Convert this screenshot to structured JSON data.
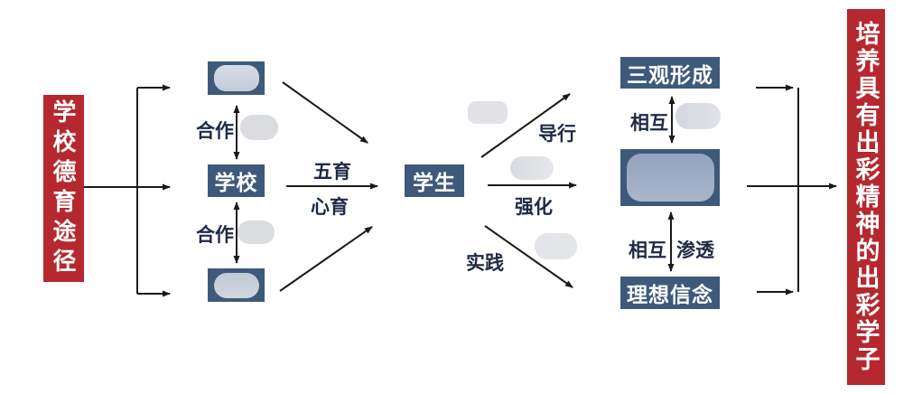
{
  "banners": {
    "left": "学校德育途径",
    "right": "培养具有出彩精神的出彩学子"
  },
  "nodes": {
    "school": "学校",
    "student": "学生",
    "worldview_formation": "三观形成",
    "ideal_belief": "理想信念"
  },
  "edge_labels": {
    "cooperate_top": "合作",
    "cooperate_bottom": "合作",
    "five_education": "五育",
    "mind_education": "心育",
    "guide": "导行",
    "reinforce": "强化",
    "practice": "实践",
    "mutual_top": "相互",
    "mutual_bottom": "相互",
    "permeate": "渗透"
  },
  "colors": {
    "banner_red": "#B5282F",
    "node_blue": "#3E5A7B",
    "label_navy": "#1F2A46",
    "arrow_black": "#1A1A1A"
  }
}
